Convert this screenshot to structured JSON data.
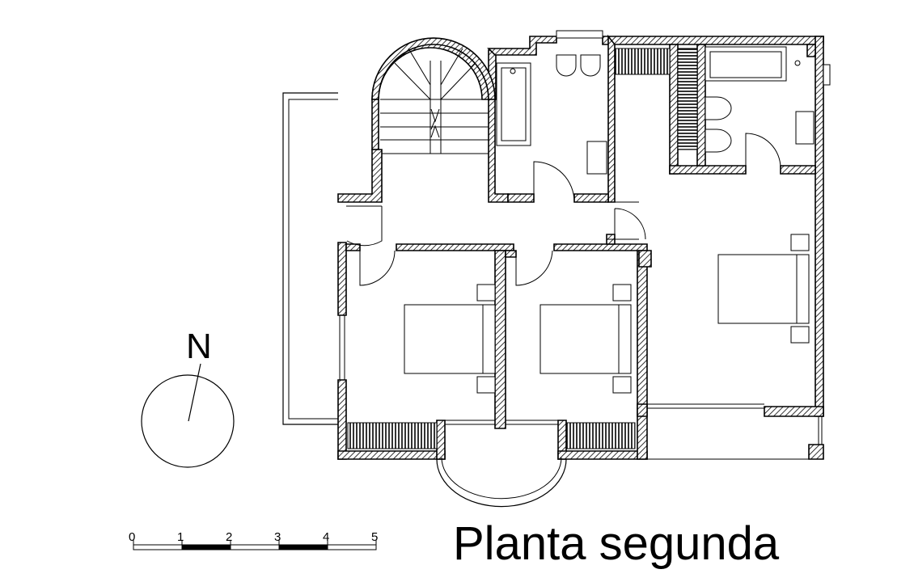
{
  "title": "Planta segunda",
  "north": {
    "label": "N"
  },
  "scale_bar": {
    "labels": [
      "0",
      "1",
      "2",
      "3",
      "4",
      "5"
    ]
  }
}
